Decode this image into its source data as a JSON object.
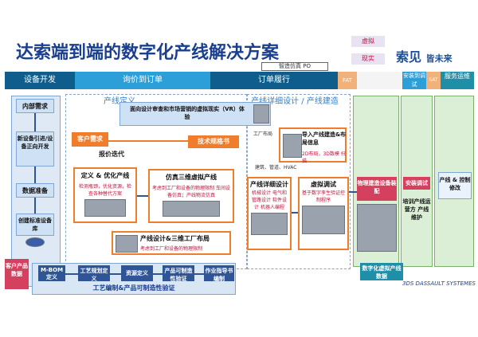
{
  "title": "达索端到端的数字化产线解决方案",
  "legend": {
    "virtual": "虚拟",
    "real": "现实"
  },
  "logo": {
    "main": "索见",
    "sub": "皆未来"
  },
  "order_tag": "智造仿真 PO",
  "phases": [
    "设备开发",
    "询价到订单",
    "订单履行",
    "FAT",
    "安装到调试",
    "SAT",
    "服务运维"
  ],
  "zones": {
    "line_definition": "产线定义",
    "detail_design": "产线详细设计 / 产线建造"
  },
  "steps": {
    "internal_req": "内部需求",
    "new_equipment": "新设备引进/设备正向开发",
    "data_prep": "数据准备",
    "create_std_lib": "创建标准设备库",
    "customer_product_data": "客户产品数据",
    "customer_req": "客户需求",
    "quote_iter": "报价迭代",
    "tech_spec": "技术规格书",
    "factory_layout": "工厂布局",
    "vr_review": "面向设计审查和市场营销的虚拟现实（VR）体验",
    "define_optimize": "定义 & 优化产线",
    "define_optimize_sub": "检测瓶颈，优化资源，检查各种替代方案",
    "sim_3d": "仿真三维虚拟产线",
    "sim_3d_sub": "考虑到工厂和设备的物理限制 车间设备仿真；产线物流仿真",
    "line_layout": "产线设计&三维工厂布局",
    "line_layout_sub": "考虑到工厂和设备的物理限制",
    "import_line": "导入产线建造&布局信息",
    "import_line_sub": "2D布局，3D数模 扫描",
    "building_labels": "建筑、管道、HVAC",
    "detail_design": "产线详细设计",
    "detail_design_sub": "机械设计 电气和管路设计 软件设计 机器人编程",
    "virtual_commission": "虚拟调试",
    "virtual_commission_sub": "基于数字孪生验证控制程序",
    "physical_build": "物理建造设备装配",
    "install_debug": "安装调试",
    "training": "培训产线运营方 产线维护",
    "line_control_mod": "产线 & 控制修改",
    "digital_line_data": "数字化虚拟产线数据",
    "mbom": "M-BOM 定义",
    "process_plan": "工艺规划定义",
    "resource_def": "资源定义",
    "manufacturability": "产品可制造性验证",
    "work_instruction": "作业指导书编制",
    "process_bar": "工艺编制&产品可制造性验证"
  },
  "watermark": "3DS DASSAULT SYSTEMES",
  "colors": {
    "title": "#1a3f8f",
    "phase_dark": "#0e5d8c",
    "phase_light": "#2d9fd8",
    "orange": "#ef7d2b",
    "pink": "#d6405f",
    "teal": "#1f8fa8",
    "green_zone": "#dbeed6"
  }
}
